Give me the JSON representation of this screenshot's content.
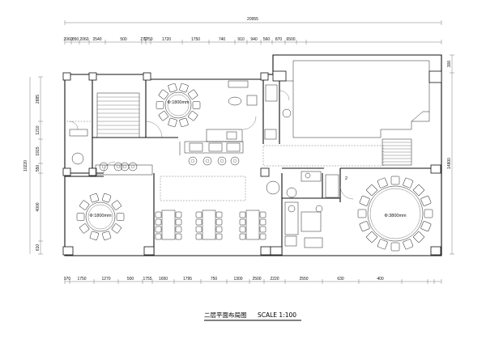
{
  "title": {
    "name": "二层平面布局图",
    "scale": "SCALE 1:100"
  },
  "labels": {
    "table_top": "Φ:1800mm",
    "table_bottom_left": "Φ:1800mm",
    "table_large": "Φ:3800mm"
  },
  "dimensions": {
    "overall_top": "20955",
    "left_overall": "10220",
    "top": [
      "2060",
      "850",
      "2060",
      "2540",
      "500",
      "270",
      "1750",
      "1720",
      "1750",
      "740",
      "910",
      "940",
      "560",
      "870",
      "6500"
    ],
    "bottom": [
      "970",
      "1750",
      "1270",
      "500",
      "1755",
      "1650",
      "1795",
      "750",
      "1300",
      "2500",
      "2220",
      "2550",
      "630",
      "400"
    ],
    "left": [
      "2885",
      "1210",
      "1915",
      "550",
      "4000",
      "610"
    ],
    "right": [
      "300",
      "14800"
    ]
  }
}
